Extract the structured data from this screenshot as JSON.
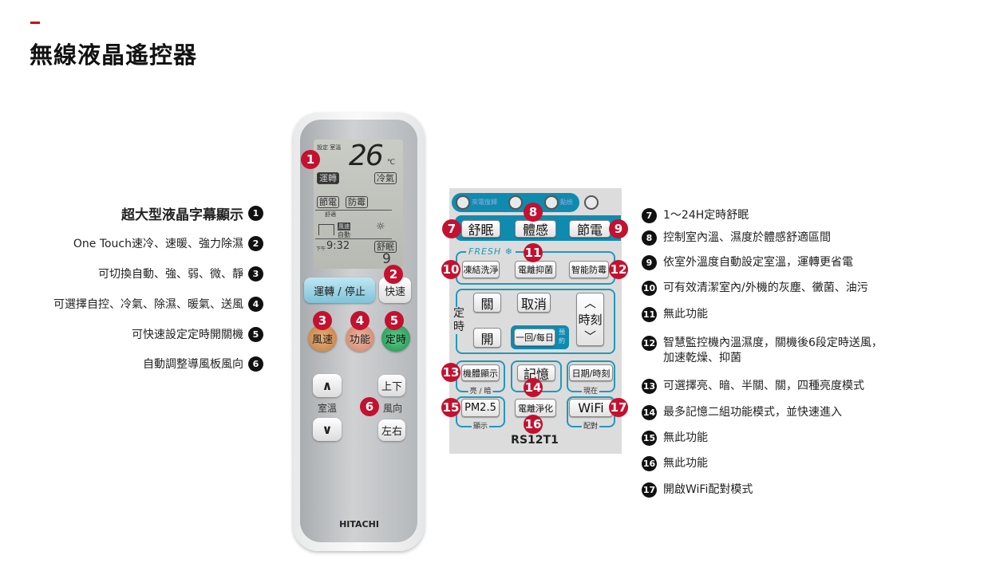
{
  "title": "無線液晶遙控器",
  "left_features": [
    {
      "num": "1",
      "text": "超大型液晶字幕顯示"
    },
    {
      "num": "2",
      "text": "One Touch速冷、速暖、強力除濕"
    },
    {
      "num": "3",
      "text": "可切換自動、強、弱、微、靜"
    },
    {
      "num": "4",
      "text": "可選擇自控、冷氣、除濕、暖氣、送風"
    },
    {
      "num": "5",
      "text": "可快速設定定時開關機"
    },
    {
      "num": "6",
      "text": "自動調整導風板風向"
    }
  ],
  "right_features": [
    {
      "num": "7",
      "text": "1～24H定時舒眠"
    },
    {
      "num": "8",
      "text": "控制室內溫、濕度於體感舒適區間"
    },
    {
      "num": "9",
      "text": "依室外溫度自動設定室溫，運轉更省電"
    },
    {
      "num": "10",
      "text": "可有效清潔室內/外機的灰塵、黴菌、油污"
    },
    {
      "num": "11",
      "text": "無此功能"
    },
    {
      "num": "12",
      "text": "智慧監控機內溫濕度，關機後6段定時送風，",
      "text2": "加速乾燥、抑菌"
    },
    {
      "num": "13",
      "text": "可選擇亮、暗、半關、關，四種亮度模式"
    },
    {
      "num": "14",
      "text": "最多記憶二組功能模式，並快速進入"
    },
    {
      "num": "15",
      "text": "無此功能"
    },
    {
      "num": "16",
      "text": "無此功能"
    },
    {
      "num": "17",
      "text": "開啟WiFi配對模式"
    }
  ],
  "remote_main": {
    "lcd": {
      "set_label": "設定 室溫",
      "temp": "26",
      "unit": "℃",
      "run": "運轉",
      "mode": "冷氣",
      "save": "節電",
      "mold": "防霉",
      "comfort": "舒適",
      "fan": "風速",
      "auto": "自動",
      "ampm": "下午",
      "time": "9:32",
      "sleep": "舒眠",
      "hours": "9"
    },
    "run_stop": "運轉 / 停止",
    "quick": "快速",
    "fan_speed": "風速",
    "function": "功能",
    "timer": "定時",
    "temp_label": "室溫",
    "up_icon": "∧",
    "down_icon": "∨",
    "updown": "上下",
    "leftright": "左右",
    "direction_label": "風向",
    "brand": "HITACHI"
  },
  "remote_panel": {
    "leds": [
      "來電復歸",
      "",
      "點檢"
    ],
    "sleep": "舒眠",
    "body": "體感",
    "save": "節電",
    "fresh": "FRESH ❄",
    "freeze_clean": "凍結洗淨",
    "ion_anti": "電離抑菌",
    "smart_mold": "智能防霉",
    "timer_label": "定時",
    "off": "關",
    "cancel": "取消",
    "on": "開",
    "once_daily": "一回/每日",
    "reserve": "預約",
    "clock": "時刻",
    "display": "機體顯示",
    "display_sub": "亮 / 暗",
    "memory": "記憶",
    "datetime": "日期/時刻",
    "datetime_sub": "現在",
    "pm25": "PM2.5",
    "pm25_sub": "顯示",
    "ion_purify": "電離淨化",
    "wifi": "WiFi",
    "wifi_sub": "配對",
    "model": "RS12T1"
  },
  "colors": {
    "badge": "#c4112f",
    "teal": "#0f8bb0",
    "accent_dash": "#d0021b"
  }
}
